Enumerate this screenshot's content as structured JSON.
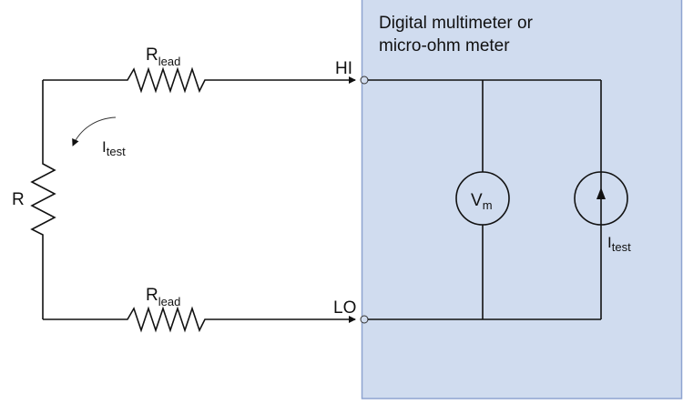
{
  "meter_box": {
    "title_line1": "Digital multimeter or",
    "title_line2": "micro-ohm meter",
    "fill": "#d0dcef",
    "border": "#8ea4d0"
  },
  "terminals": {
    "hi": "HI",
    "lo": "LO"
  },
  "resistors": {
    "top_lead": {
      "main": "R",
      "sub": "lead"
    },
    "bottom_lead": {
      "main": "R",
      "sub": "lead"
    },
    "dut": {
      "main": "R"
    }
  },
  "current_arrow": {
    "main": "I",
    "sub": "test"
  },
  "voltmeter": {
    "main": "V",
    "sub": "m"
  },
  "current_source": {
    "main": "I",
    "sub": "test"
  },
  "colors": {
    "wire": "#111111",
    "background": "#ffffff"
  }
}
